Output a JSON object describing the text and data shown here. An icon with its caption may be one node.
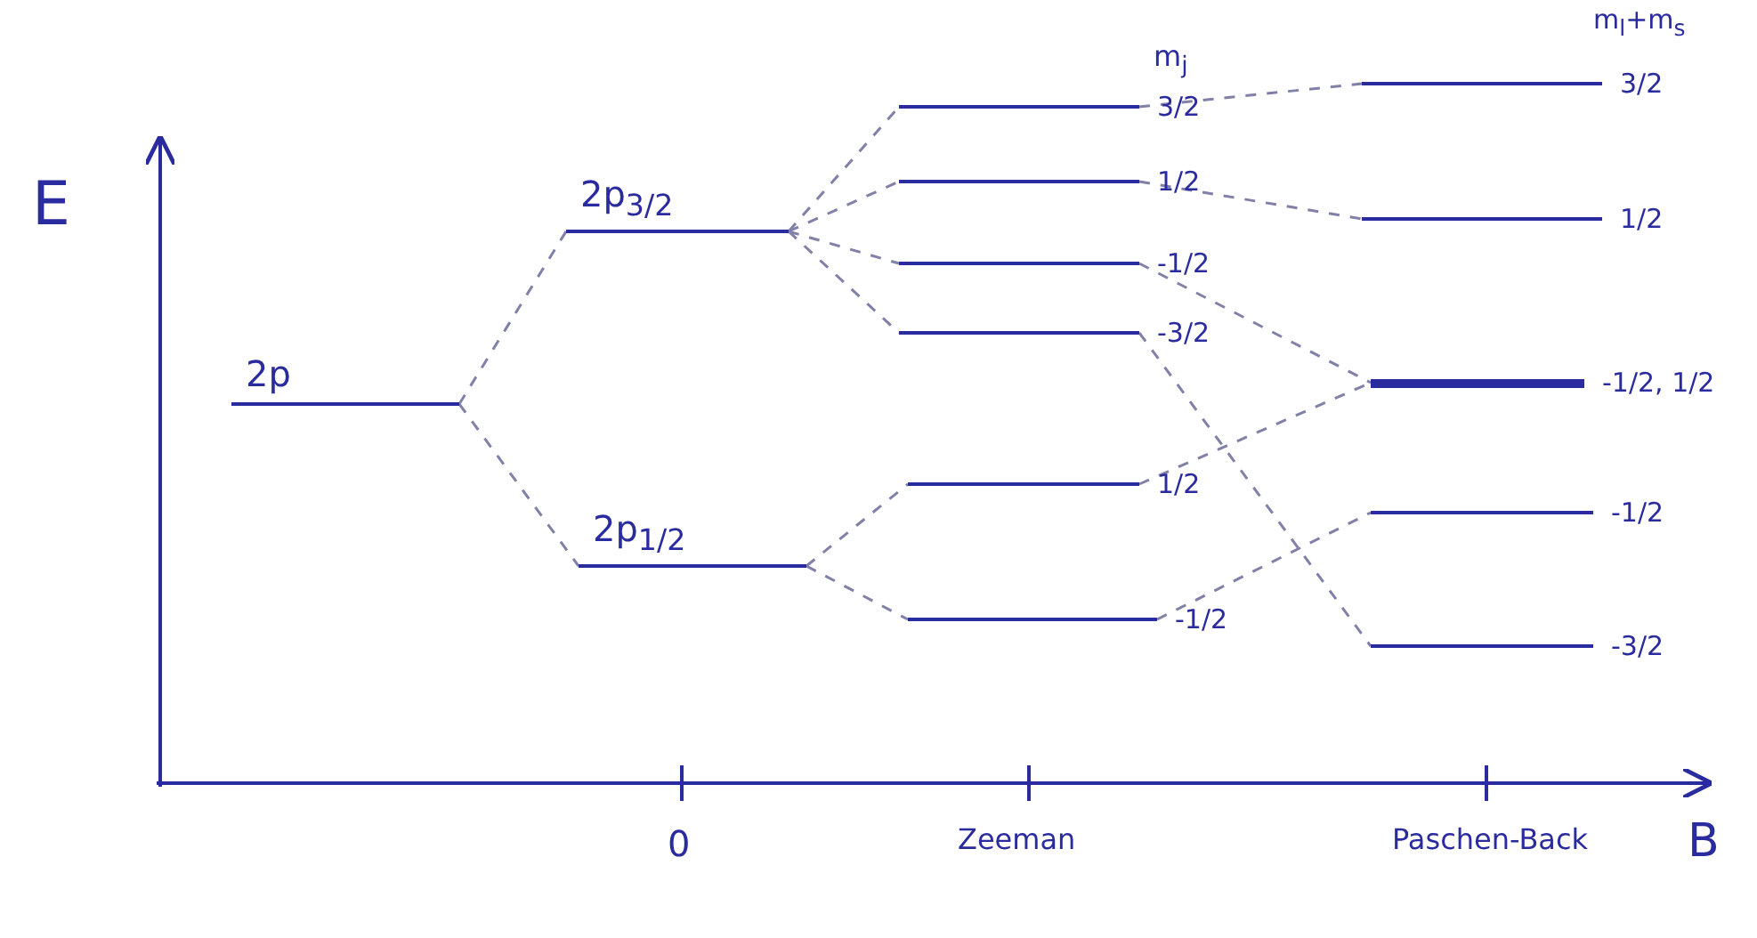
{
  "diagram": {
    "nodes": [
      {
        "text": [
          "2p"
        ]
      },
      {
        "text": [
          "2p$_{3/2}$"
        ]
      },
      {
        "text": [
          "2p$_{1/2}$"
        ]
      },
      {
        "text": [],
        "shape": "bar",
        "beside": [
          "3/2"
        ]
      },
      {
        "text": [],
        "shape": "bar",
        "beside": [
          "1/2"
        ]
      },
      {
        "text": [],
        "shape": "bar",
        "beside": [
          "-1/2"
        ]
      },
      {
        "text": [],
        "shape": "bar",
        "beside": [
          "-3/2"
        ]
      },
      {
        "text": [],
        "shape": "bar",
        "beside": [
          "1/2"
        ]
      },
      {
        "text": [],
        "shape": "bar",
        "beside": [
          "-1/2"
        ]
      },
      {
        "text": [],
        "shape": "bar",
        "beside": [
          "3/2"
        ]
      },
      {
        "text": [],
        "shape": "bar",
        "beside": [
          "1/2"
        ]
      },
      {
        "text": [],
        "shape": "bar",
        "beside": [
          "-1/2, 1/2"
        ]
      },
      {
        "text": [],
        "shape": "bar",
        "beside": [
          "-1/2"
        ]
      },
      {
        "text": [],
        "shape": "bar",
        "beside": [
          "-3/2"
        ]
      }
    ],
    "edges": [
      {
        "from": 0,
        "to": 1,
        "arrow": "none",
        "style": "dashed"
      },
      {
        "from": 0,
        "to": 2,
        "arrow": "none",
        "style": "dashed"
      },
      {
        "from": 1,
        "to": 3,
        "arrow": "none",
        "style": "dashed"
      },
      {
        "from": 1,
        "to": 4,
        "arrow": "none",
        "style": "dashed"
      },
      {
        "from": 1,
        "to": 5,
        "arrow": "none",
        "style": "dashed"
      },
      {
        "from": 1,
        "to": 6,
        "arrow": "none",
        "style": "dashed"
      },
      {
        "from": 2,
        "to": 7,
        "arrow": "none",
        "style": "dashed"
      },
      {
        "from": 2,
        "to": 8,
        "arrow": "none",
        "style": "dashed"
      },
      {
        "from": 3,
        "to": 9,
        "arrow": "none",
        "style": "dashed"
      },
      {
        "from": 4,
        "to": 10,
        "arrow": "none",
        "style": "dashed"
      },
      {
        "from": 5,
        "to": 11,
        "arrow": "none",
        "style": "dashed"
      },
      {
        "from": 6,
        "to": 13,
        "arrow": "none",
        "style": "dashed"
      },
      {
        "from": 7,
        "to": 11,
        "arrow": "none",
        "style": "dashed"
      },
      {
        "from": 8,
        "to": 12,
        "arrow": "none",
        "style": "dashed"
      }
    ],
    "labels": [
      "E",
      "m$_{j}$",
      "m$_{l}$+m$_{s}$",
      "0",
      "Zeeman",
      "Paschen-Back",
      "B"
    ]
  }
}
